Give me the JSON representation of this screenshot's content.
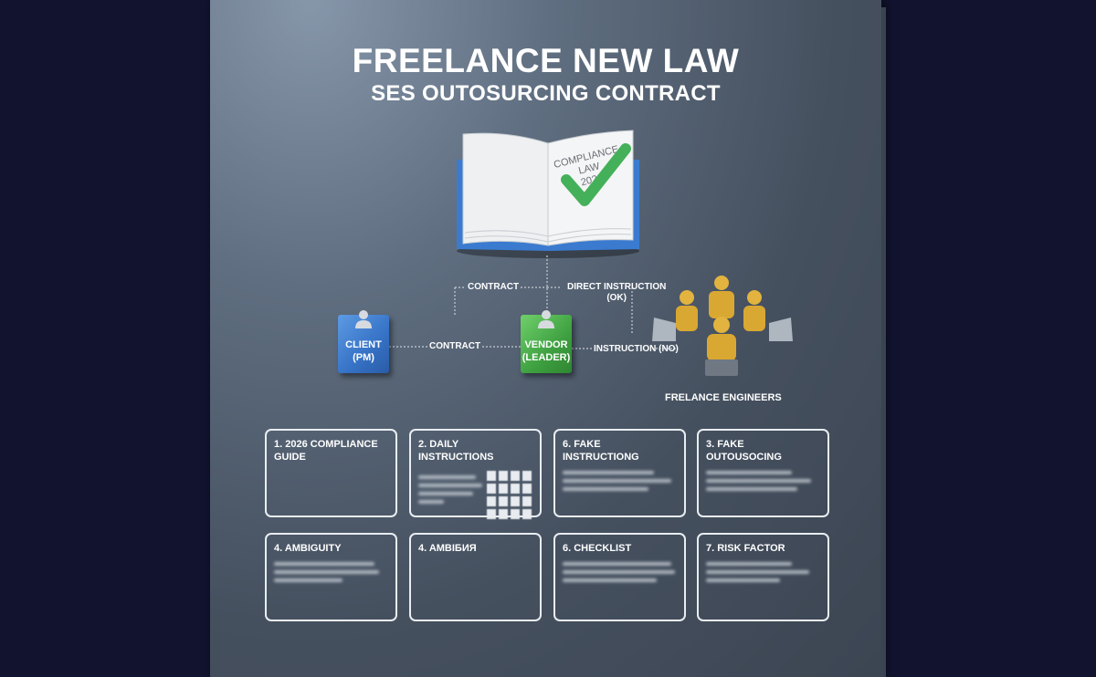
{
  "header": {
    "title": "FREELANCE NEW LAW",
    "subtitle": "SES OUTOSURCING CONTRACT"
  },
  "book": {
    "page_text": [
      "COMPLIANCE",
      "LAW",
      "2026"
    ]
  },
  "diagram": {
    "client_label_1": "CLIENT",
    "client_label_2": "(PM)",
    "vendor_label_1": "VENDOR",
    "vendor_label_2": "(LEADER)",
    "edge_contract_top": "CONTRACT",
    "edge_direct_1": "DIRECT INSTRUCTION",
    "edge_direct_2": "(OK)",
    "edge_contract_mid": "CONTRACT",
    "edge_instruction": "INSTRUCTION (NO)",
    "engineers_label": "FRELANCE ENGINEERS"
  },
  "cards": [
    {
      "title": "1. 2026 COMPLIANCE GUIDE"
    },
    {
      "title": "2. DAILY INSTRUCTIONS"
    },
    {
      "title": "6. FAKE INSTRUCTIONG"
    },
    {
      "title": "3. FAKE OUTOUSOCING"
    },
    {
      "title": "4. AMBIGUITY"
    },
    {
      "title": "4. AMBIБИЯ"
    },
    {
      "title": "6. CHECKLIST"
    },
    {
      "title": "7. RISK FACTOR"
    }
  ],
  "colors": {
    "client": "#3a78cc",
    "vendor": "#43a845",
    "check": "#45b05a",
    "book_cover": "#3a7bd0",
    "engineer": "#e2b33e"
  },
  "icons": [
    "book-icon",
    "checkmark-icon",
    "person-icon",
    "laptop-icon"
  ]
}
